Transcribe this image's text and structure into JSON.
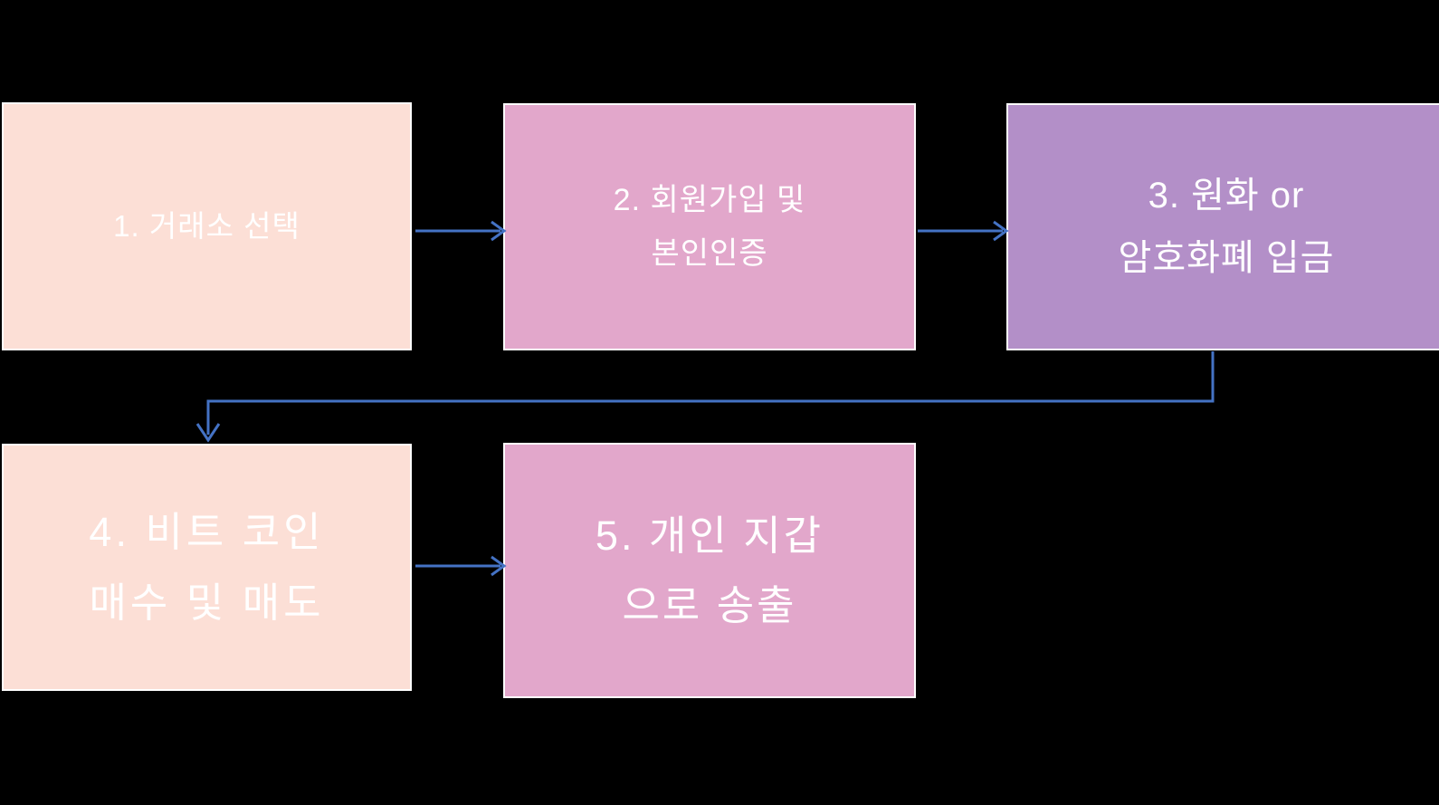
{
  "diagram": {
    "title": "",
    "background_color": "#000000",
    "connector_color": "#4472c4",
    "border_color": "#ffffff",
    "text_color": "#ffffff",
    "nodes": [
      {
        "id": "1",
        "number": "1.",
        "lines": [
          "1. 거래소 선택"
        ],
        "full_text": "1. 거래소 선택",
        "fill_color": "#fcdfd6"
      },
      {
        "id": "2",
        "number": "2.",
        "lines": [
          "2. 회원가입 및",
          "본인인증"
        ],
        "full_text": "2. 회원가입 및 본인인증",
        "fill_color": "#e2a7cb"
      },
      {
        "id": "3",
        "number": "3.",
        "lines": [
          "3. 원화 or",
          "암호화폐 입금"
        ],
        "full_text": "3. 원화 or 암호화폐 입금",
        "fill_color": "#b38fc8"
      },
      {
        "id": "4",
        "number": "4.",
        "lines": [
          "4. 비트 코인",
          "매수 및 매도"
        ],
        "full_text": "4. 비트 코인 매수 및 매도",
        "fill_color": "#fcdfd6"
      },
      {
        "id": "5",
        "number": "5.",
        "lines": [
          "5. 개인 지갑",
          "으로 송출"
        ],
        "full_text": "5. 개인 지갑으로 송출",
        "fill_color": "#e2a7cb"
      }
    ],
    "connectors": [
      {
        "id": "1",
        "from": "1",
        "to": "2",
        "style": "straight-right",
        "icon": "arrow-right-icon"
      },
      {
        "id": "2",
        "from": "2",
        "to": "3",
        "style": "straight-right",
        "icon": "arrow-right-icon"
      },
      {
        "id": "3",
        "from": "4",
        "to": "5",
        "style": "straight-right",
        "icon": "arrow-right-icon"
      },
      {
        "id": "4",
        "from": "3",
        "to": "4",
        "style": "elbow-down-left",
        "icon": "arrow-down-icon"
      }
    ]
  }
}
